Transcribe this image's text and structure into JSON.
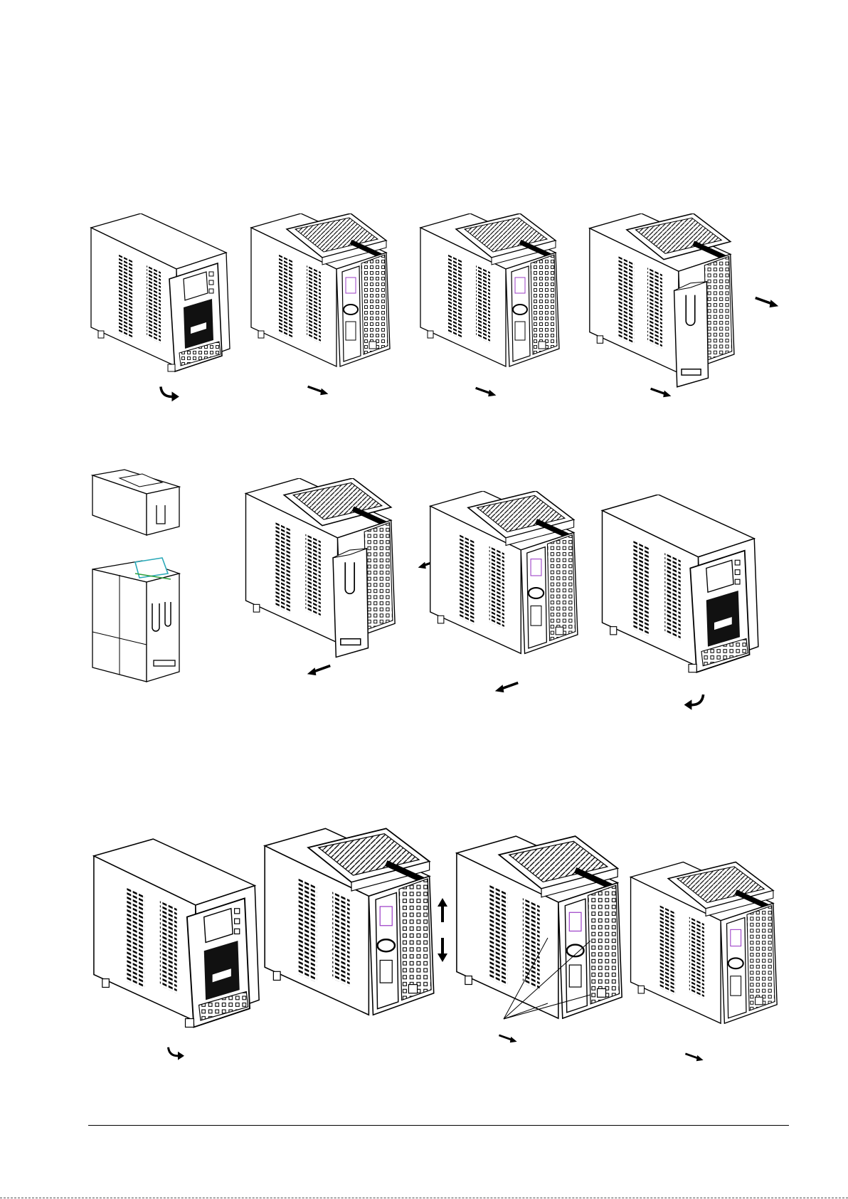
{
  "page": {
    "kind": "manual-illustration-page",
    "colors": {
      "line": "#000000",
      "background": "#ffffff",
      "wire_highlight": "#9b3cc6",
      "battery_cover_highlight": "#2aa9b8",
      "battery_strap_highlight": "#2e9e3a"
    }
  },
  "figures": [
    {
      "id": "row1-step1",
      "icon": "rotate-arrow"
    },
    {
      "id": "row1-step2",
      "icon": "pull-arrow"
    },
    {
      "id": "row1-step3",
      "icon": "pull-arrow"
    },
    {
      "id": "row1-step4",
      "icon": "pull-arrow"
    },
    {
      "id": "row2-battery-pack",
      "icon": ""
    },
    {
      "id": "row2-step1",
      "icon": "push-arrow"
    },
    {
      "id": "row2-step2",
      "icon": "push-arrow"
    },
    {
      "id": "row2-step3",
      "icon": "rotate-arrow"
    },
    {
      "id": "row3-step1",
      "icon": "rotate-arrow"
    },
    {
      "id": "row3-step2",
      "icon": "up-down-arrows"
    },
    {
      "id": "row3-step3",
      "icon": "pull-arrow"
    },
    {
      "id": "row3-step4",
      "icon": "pull-arrow"
    }
  ]
}
